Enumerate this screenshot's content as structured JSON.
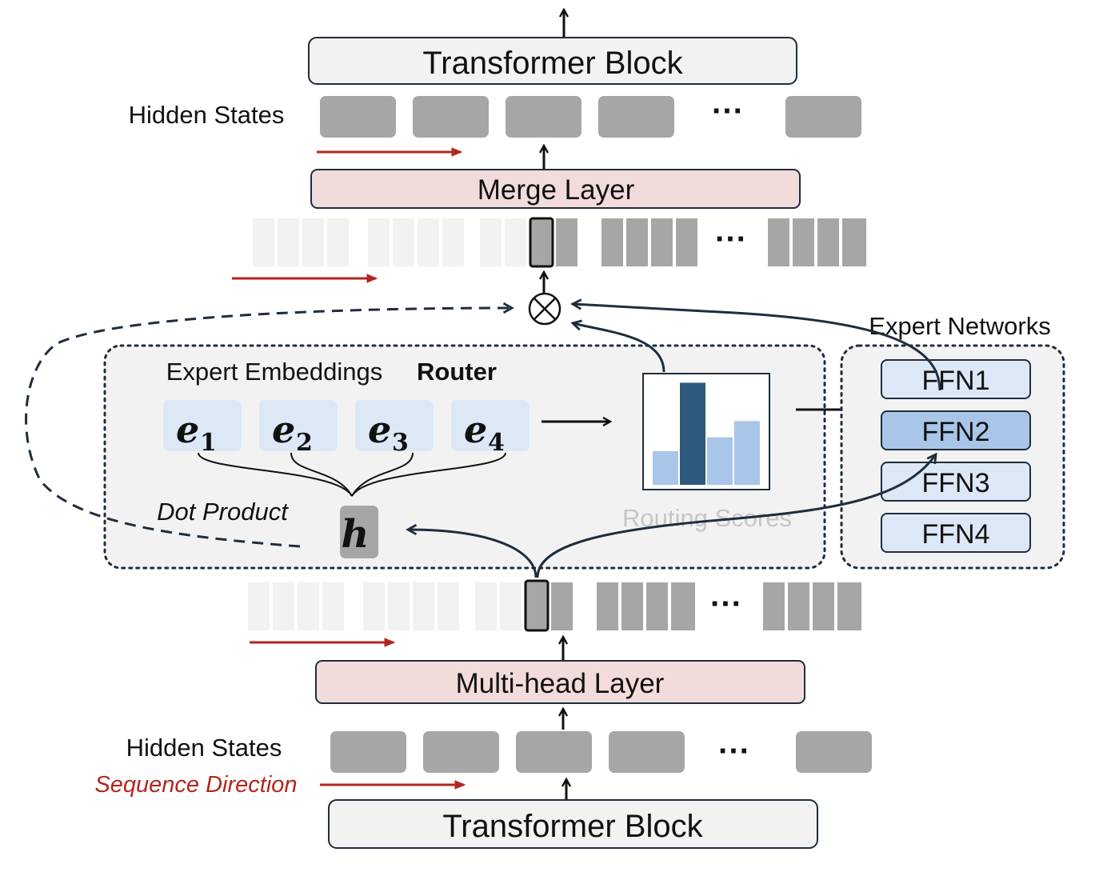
{
  "top_block": {
    "label": "Transformer Block"
  },
  "bottom_block": {
    "label": "Transformer Block"
  },
  "hidden_states_top": {
    "label": "Hidden States",
    "ellipsis": "···"
  },
  "hidden_states_bottom": {
    "label": "Hidden States",
    "ellipsis": "···"
  },
  "merge_layer": {
    "label": "Merge Layer"
  },
  "multihead_layer": {
    "label": "Multi-head Layer"
  },
  "sub_tokens_top": {
    "ellipsis": "···"
  },
  "sub_tokens_bottom": {
    "ellipsis": "···"
  },
  "sequence_direction": {
    "label": "Sequence Direction"
  },
  "router_panel": {
    "embeddings_label": "Expert Embeddings",
    "router_label": "Router",
    "dot_product_label": "Dot Product",
    "hidden_symbol": "h",
    "routing_scores_label": "Routing Scores",
    "embeddings": [
      {
        "base": "e",
        "sub": "1"
      },
      {
        "base": "e",
        "sub": "2"
      },
      {
        "base": "e",
        "sub": "3"
      },
      {
        "base": "e",
        "sub": "4"
      }
    ],
    "routing_scores": [
      0.29,
      0.88,
      0.41,
      0.55
    ]
  },
  "experts_panel": {
    "label": "Expert Networks",
    "ffns": [
      "FFN1",
      "FFN2",
      "FFN3",
      "FFN4"
    ],
    "selected": "FFN2"
  },
  "colors": {
    "token_gray": "#a6a6a6",
    "token_faded": "#f2f2f2",
    "layer_pink": "#f2dcdb",
    "block_fill": "#f2f2f2",
    "embedding_blue": "#dce8f6",
    "score_light": "#a9c6e8",
    "score_dark": "#2e5a7d",
    "ffn_fill": "#dce8f6",
    "ffn_selected": "#a9c6e8",
    "arrow_red": "#b3261e",
    "border_dark": "#1f2d3d"
  }
}
